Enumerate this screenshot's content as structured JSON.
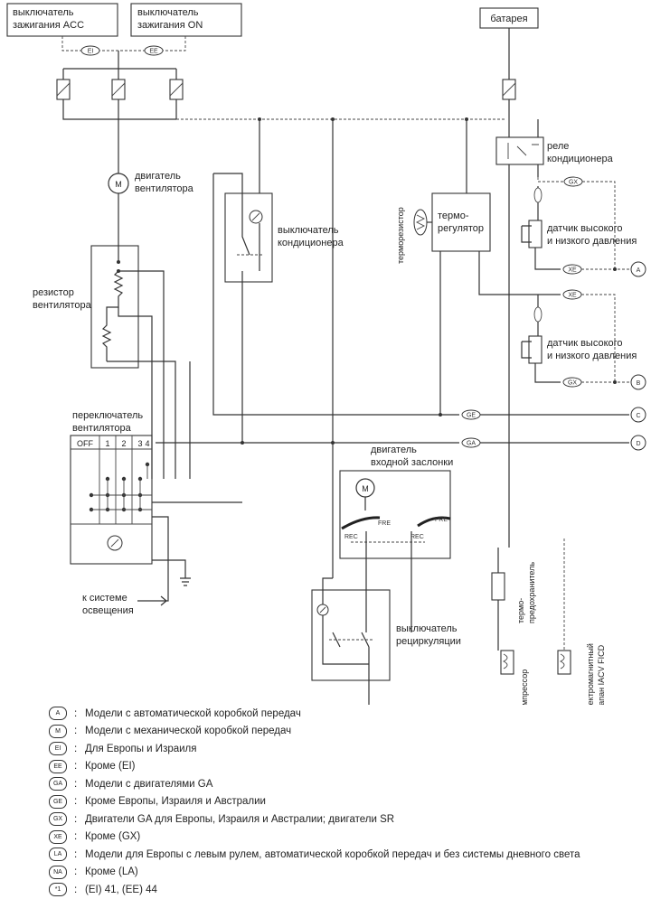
{
  "components": {
    "ign_acc": [
      "выключатель",
      "зажигания ACC"
    ],
    "ign_on": [
      "выключатель",
      "зажигания ON"
    ],
    "battery": "батарея",
    "ac_relay": [
      "реле",
      "кондиционера"
    ],
    "blower_motor": [
      "двигатель",
      "вентилятора"
    ],
    "ac_switch": [
      "выключатель",
      "кондиционера"
    ],
    "thermistor": "терморезистор",
    "thermostat": [
      "термо-",
      "регулятор"
    ],
    "pressure_sensor": [
      "датчик высокого",
      "и низкого давления"
    ],
    "blower_resistor": [
      "резистор",
      "вентилятора"
    ],
    "fan_switch": [
      "переключатель",
      "вентилятора"
    ],
    "fan_positions": [
      "OFF",
      "1",
      "2",
      "3",
      "4"
    ],
    "intake_motor": [
      "двигатель",
      "входной заслонки"
    ],
    "to_lighting": [
      "к системе",
      "освещения"
    ],
    "recirc_switch": [
      "выключатель",
      "рециркуляции"
    ],
    "thermo_fuse": [
      "термо-",
      "предохранитель"
    ],
    "compressor": "компрессор",
    "iacv_valve": [
      "электромагнитный",
      "клапан IACV FICD"
    ],
    "rec": "REC",
    "fre": "FRE"
  },
  "tags": {
    "ei": "EI",
    "ee": "EE",
    "gx": "GX",
    "xe": "XE",
    "ge": "GE",
    "ga": "GA"
  },
  "connectors": [
    "A",
    "B",
    "C",
    "D"
  ],
  "legend": [
    {
      "sym": "A",
      "text": "Модели с автоматической коробкой передач"
    },
    {
      "sym": "M",
      "text": "Модели с механической коробкой передач"
    },
    {
      "sym": "EI",
      "text": "Для Европы и Израиля"
    },
    {
      "sym": "EE",
      "text": "Кроме (EI)"
    },
    {
      "sym": "GA",
      "text": "Модели с двигателями GA"
    },
    {
      "sym": "GE",
      "text": "Кроме Европы, Израиля и Австралии"
    },
    {
      "sym": "GX",
      "text": "Двигатели GA для Европы, Израиля и Австралии; двигатели SR"
    },
    {
      "sym": "XE",
      "text": "Кроме (GX)"
    },
    {
      "sym": "LA",
      "text": "Модели для Европы с левым рулем, автоматической коробкой передач и без системы дневного света"
    },
    {
      "sym": "NA",
      "text": "Кроме (LA)"
    },
    {
      "sym": "*1",
      "text": "(EI) 41, (EE) 44"
    }
  ]
}
